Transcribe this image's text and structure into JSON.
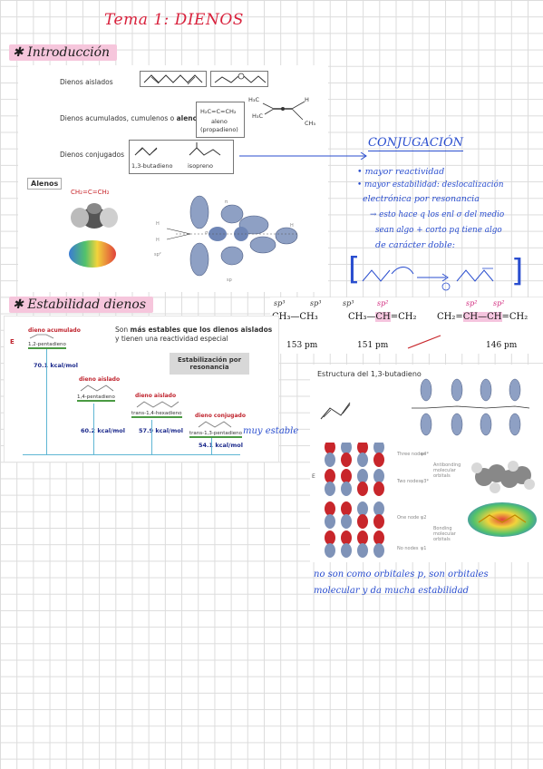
{
  "title": "Tema 1: DIENOS",
  "sections": {
    "intro": "Introducción",
    "stability": "Estabilidad dienos"
  },
  "intro": {
    "isolated_label": "Dienos aislados",
    "cumulated_label_prefix": "Dienos acumulados, cumulenos o ",
    "cumulated_label_bold": "alenos",
    "allene_formula": "H₂C=C=CH₂",
    "allene_name": "aleno",
    "allene_alt": "(propadieno)",
    "methyl_top": "H₃C",
    "methyl_mid": "H₃C",
    "methyl_right": "CH₃",
    "h_atom": "H",
    "conjugated_label": "Dienos conjugados",
    "butadiene_name": "1,3-butadieno",
    "isoprene_name": "isopreno",
    "alenos_box": "Alenos",
    "allene_formula2": "CH₂=C=CH₂",
    "orbital_h1": "H",
    "orbital_h2": "H",
    "orbital_h3": "H",
    "orbital_sp2": "sp²",
    "orbital_sp": "sp",
    "orbital_sigma": "σ",
    "orbital_pi": "π"
  },
  "notes": {
    "heading": "CONJUGACIÓN",
    "line1": "• mayor reactividad",
    "line2": "• mayor estabilidad: deslocalización",
    "line3": "electrónica por resonancia",
    "line4": "→ esto hace q los enl σ del medio",
    "line5": "sean algo + corto pq tiene algo",
    "line6": "de carácter doble:",
    "bracket_left": "[",
    "bracket_right": "]"
  },
  "bonds": {
    "m1_sp_a": "sp³",
    "m1_sp_b": "sp³",
    "m1_formula": "CH₃—CH₃",
    "m1_length": "153 pm",
    "m2_sp_a": "sp³",
    "m2_sp_b": "sp²",
    "m2_formula_a": "CH₃—",
    "m2_formula_b": "CH",
    "m2_formula_c": "=CH₂",
    "m2_length": "151 pm",
    "m3_sp_a": "sp²",
    "m3_sp_b": "sp²",
    "m3_formula_a": "CH₂=",
    "m3_formula_b": "CH—CH",
    "m3_formula_c": "=CH₂",
    "m3_length": "146 pm"
  },
  "stability": {
    "e_axis": "E",
    "intro_text_a": "Son ",
    "intro_text_b": "más estables que los dienos aislados",
    "intro_text_c": " y tienen una reactividad especial",
    "box_text": "Estabilización por resonancia",
    "acc_title": "dieno acumulado",
    "acc_name": "1,2-pentadieno",
    "acc_value": "70.1",
    "acc_unit": "kcal/mol",
    "iso1_title": "dieno aislado",
    "iso1_name": "1,4-pentadieno",
    "iso1_value": "60.2",
    "iso1_unit": "kcal/mol",
    "iso2_title": "dieno aislado",
    "iso2_name": "trans-1,4-hexadieno",
    "iso2_value": "57.9",
    "iso2_unit": "kcal/mol",
    "conj_title": "dieno conjugado",
    "conj_name": "trans-1,3-pentadieno",
    "conj_value": "54.1",
    "conj_unit": "kcal/mol",
    "handwritten": "muy estable"
  },
  "structure": {
    "heading": "Estructura del 1,3-butadieno",
    "mo_nodes_3": "Three nodes",
    "mo_nodes_2": "Two nodes",
    "mo_nodes_1": "One node",
    "mo_nodes_0": "No nodes",
    "mo_psi4": "ψ4*",
    "mo_psi3": "ψ3*",
    "mo_psi2": "ψ2",
    "mo_psi1": "ψ1",
    "antibonding": "Antibonding molecular orbitals",
    "bonding": "Bonding molecular orbitals",
    "e_axis": "E",
    "handwritten_1": "no son como orbitales p, son orbitales",
    "handwritten_2": "molecular y da mucha estabilidad"
  },
  "colors": {
    "title_red": "#d8203b",
    "ink_blue": "#2a4ecf",
    "section_pink": "#f6c6dc",
    "orbital_blue": "#7f93b8",
    "orbital_red": "#c8262b",
    "accent_magenta": "#d22c7f"
  }
}
